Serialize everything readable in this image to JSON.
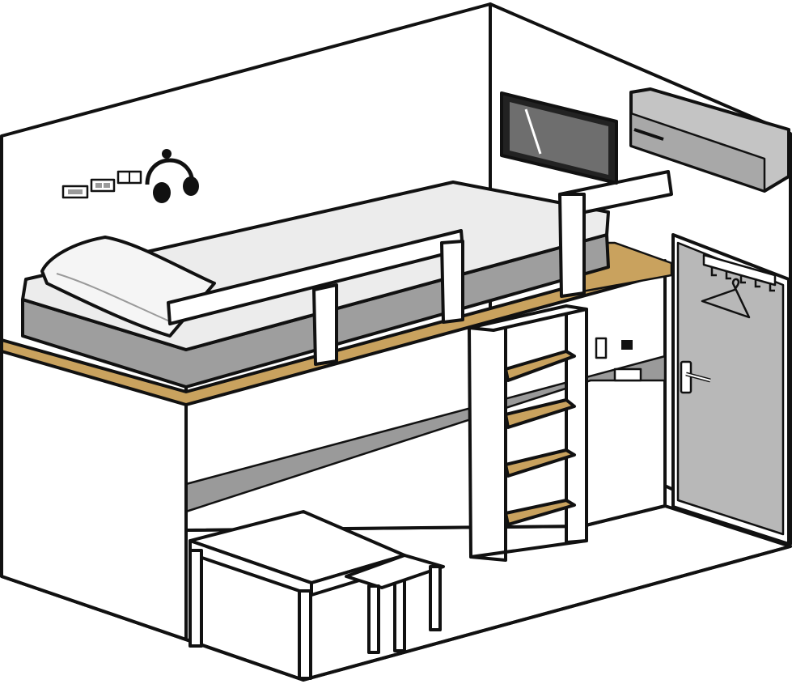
{
  "title": "",
  "colors": {
    "outline": "#111111",
    "wall": "#ffffff",
    "wood": "#c9a25e",
    "mattress_side": "#9e9e9e",
    "mattress_top": "#ececec",
    "grey_stripe": "#9a9a9a",
    "door": "#b8b8b8",
    "ac_unit": "#c4c4c4",
    "tv_screen": "#6e6e6e"
  },
  "objects": [
    {
      "name": "loft-bed",
      "icon": "bed"
    },
    {
      "name": "pillow",
      "icon": "pillow"
    },
    {
      "name": "ladder",
      "icon": "ladder"
    },
    {
      "name": "desk",
      "icon": "table"
    },
    {
      "name": "stool",
      "icon": "stool"
    },
    {
      "name": "wall-tv",
      "icon": "tv-icon"
    },
    {
      "name": "air-conditioner",
      "icon": "ac-icon"
    },
    {
      "name": "door",
      "icon": "door-icon"
    },
    {
      "name": "coat-rack",
      "icon": "hook-icon"
    },
    {
      "name": "hanger",
      "icon": "hanger-icon"
    },
    {
      "name": "headphones",
      "icon": "headphones-icon"
    },
    {
      "name": "outlets",
      "icon": "socket-icon"
    },
    {
      "name": "light-switch",
      "icon": "switch-icon"
    }
  ]
}
